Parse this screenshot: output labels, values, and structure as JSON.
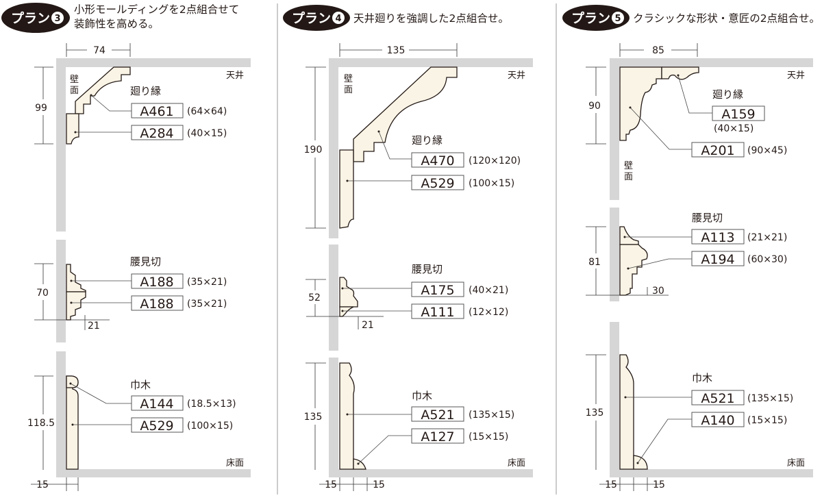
{
  "plans": [
    {
      "badge": "プラン",
      "num": "3",
      "desc": [
        "小形モールディングを2点組合せて",
        "装飾性を高める。"
      ],
      "ceiling_label": "天井",
      "wall_label": [
        "壁",
        "面"
      ],
      "floor_label": "床面",
      "crown": {
        "title": "廻り縁",
        "dim_w": "74",
        "dim_h": "99",
        "items": [
          {
            "code": "A461",
            "size": "(64×64)"
          },
          {
            "code": "A284",
            "size": "(40×15)"
          }
        ]
      },
      "waist": {
        "title": "腰見切",
        "dim_h": "70",
        "dim_d": "21",
        "items": [
          {
            "code": "A188",
            "size": "(35×21)"
          },
          {
            "code": "A188",
            "size": "(35×21)"
          }
        ]
      },
      "base": {
        "title": "巾木",
        "dim_h": "118.5",
        "dim_d": [
          "15"
        ],
        "items": [
          {
            "code": "A144",
            "size": "(18.5×13)"
          },
          {
            "code": "A529",
            "size": "(100×15)"
          }
        ]
      }
    },
    {
      "badge": "プラン",
      "num": "4",
      "desc": [
        "天井廻りを強調した2点組合せ。"
      ],
      "ceiling_label": "天井",
      "wall_label": [
        "壁",
        "面"
      ],
      "floor_label": "床面",
      "crown": {
        "title": "廻り縁",
        "dim_w": "135",
        "dim_h": "190",
        "items": [
          {
            "code": "A470",
            "size": "(120×120)"
          },
          {
            "code": "A529",
            "size": "(100×15)"
          }
        ]
      },
      "waist": {
        "title": "腰見切",
        "dim_h": "52",
        "dim_d": "21",
        "items": [
          {
            "code": "A175",
            "size": "(40×21)"
          },
          {
            "code": "A111",
            "size": "(12×12)"
          }
        ]
      },
      "base": {
        "title": "巾木",
        "dim_h": "135",
        "dim_d": [
          "15",
          "15"
        ],
        "items": [
          {
            "code": "A521",
            "size": "(135×15)"
          },
          {
            "code": "A127",
            "size": "(15×15)"
          }
        ]
      }
    },
    {
      "badge": "プラン",
      "num": "5",
      "desc": [
        "クラシックな形状・意匠の2点組合せ。"
      ],
      "ceiling_label": "天井",
      "wall_label": [
        "壁",
        "面"
      ],
      "floor_label": "床面",
      "crown": {
        "title": "廻り縁",
        "dim_w": "85",
        "dim_h": "90",
        "items": [
          {
            "code": "A159",
            "size": "(40×15)"
          },
          {
            "code": "A201",
            "size": "(90×45)"
          }
        ]
      },
      "waist": {
        "title": "腰見切",
        "dim_h": "81",
        "dim_d": "30",
        "items": [
          {
            "code": "A113",
            "size": "(21×21)"
          },
          {
            "code": "A194",
            "size": "(60×30)"
          }
        ]
      },
      "base": {
        "title": "巾木",
        "dim_h": "135",
        "dim_d": [
          "15",
          "15"
        ],
        "items": [
          {
            "code": "A521",
            "size": "(135×15)"
          },
          {
            "code": "A140",
            "size": "(15×15)"
          }
        ]
      }
    }
  ]
}
